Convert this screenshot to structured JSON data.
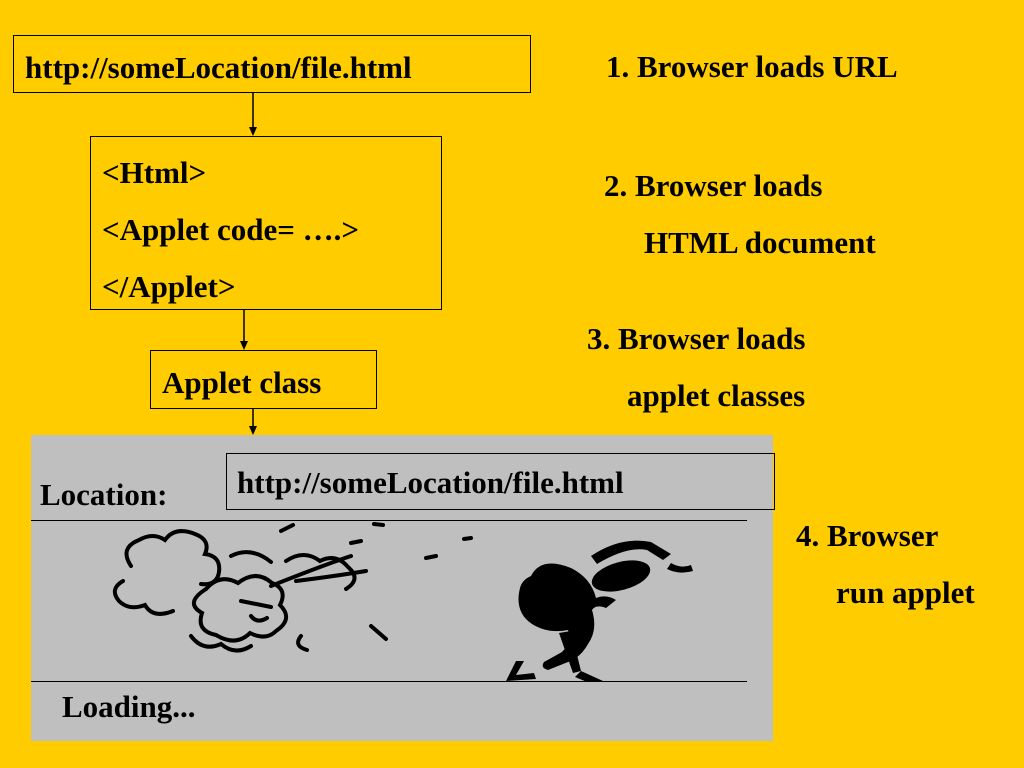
{
  "diagram": {
    "url_box": {
      "text": "http://someLocation/file.html"
    },
    "html_box": {
      "lines": [
        "<Html>",
        "<Applet code= ….>",
        "</Applet>"
      ]
    },
    "class_box": {
      "text": "Applet class"
    },
    "browser": {
      "location_label": "Location:",
      "location_value": "http://someLocation/file.html",
      "status_text": "Loading..."
    },
    "steps": [
      {
        "line1": "1. Browser loads URL",
        "line2": ""
      },
      {
        "line1": "2. Browser loads",
        "line2": "HTML document"
      },
      {
        "line1": "3. Browser loads",
        "line2": "applet classes"
      },
      {
        "line1": "4. Browser",
        "line2": "run applet"
      }
    ]
  },
  "colors": {
    "background": "#FFCC00",
    "browser_panel": "#BFBFBF",
    "ink": "#000000"
  }
}
